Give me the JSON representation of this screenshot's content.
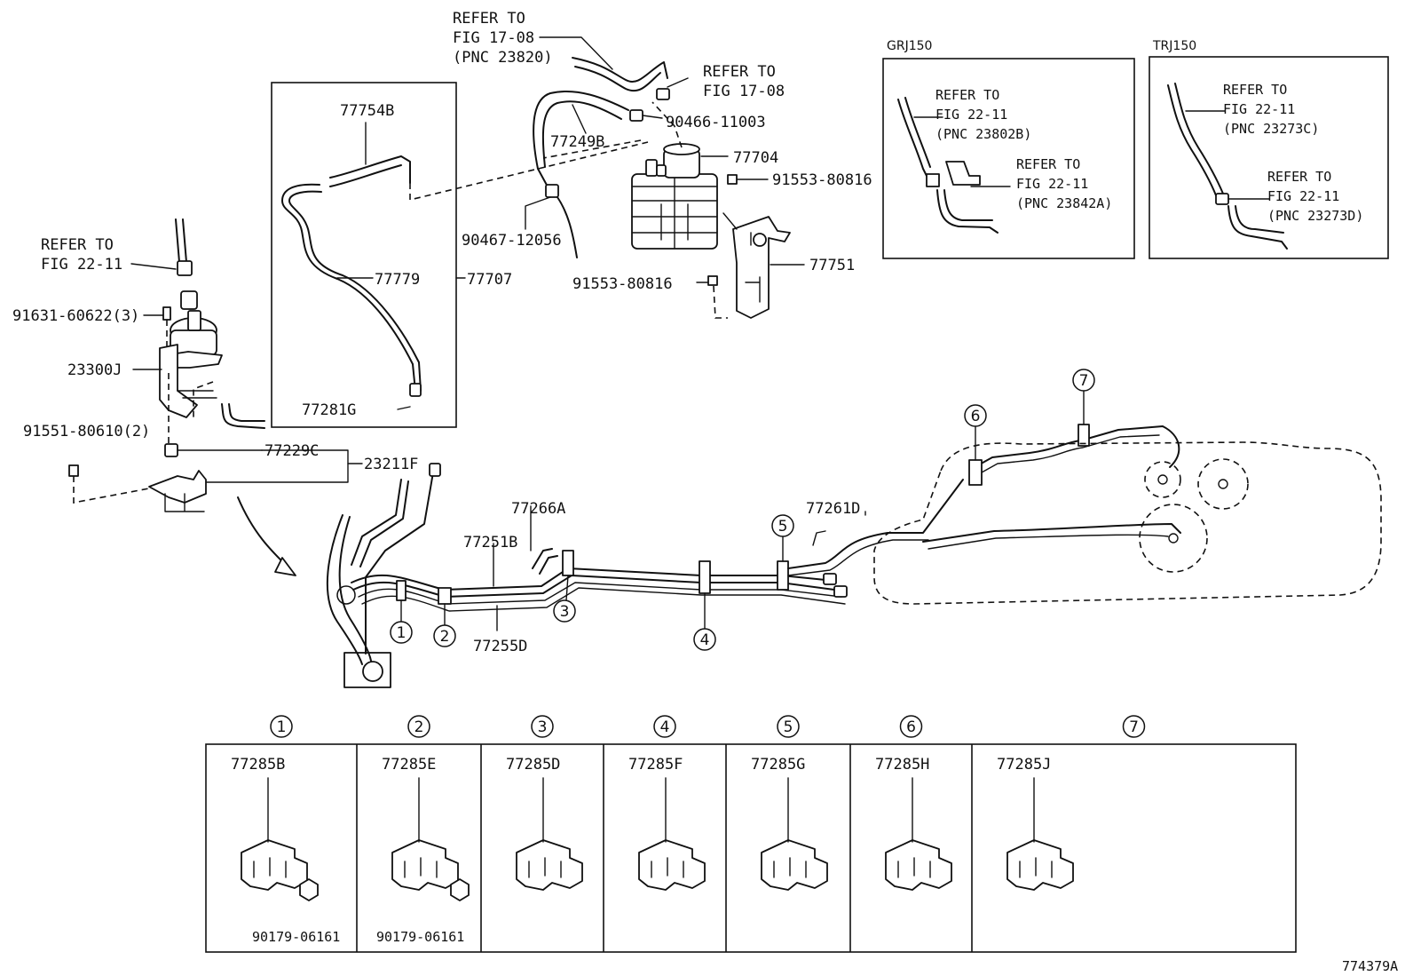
{
  "diagram": {
    "figure_code": "774379A",
    "refs": {
      "fig17_top": [
        "REFER TO",
        "FIG 17-08",
        "(PNC 23820)"
      ],
      "fig17_clip": [
        "REFER TO",
        "FIG 17-08"
      ],
      "fig22_left": [
        "REFER TO",
        "FIG 22-11"
      ]
    },
    "parts": {
      "p90466": "90466-11003",
      "p77704": "77704",
      "p91553a": "91553-80816",
      "p91553b": "91553-80816",
      "p77751": "77751",
      "p77249b": "77249B",
      "p90467": "90467-12056",
      "p77754b": "77754B",
      "p77779": "77779",
      "p77707": "77707",
      "p77281g": "77281G",
      "p91631": "91631-60622(3)",
      "p23300j": "23300J",
      "p91551": "91551-80610(2)",
      "p77229c": "77229C",
      "p23211f": "23211F",
      "p77266a": "77266A",
      "p77251b": "77251B",
      "p77255d": "77255D",
      "p77261d": "77261D"
    },
    "insets": [
      {
        "title": "GRJ150",
        "ref1": [
          "REFER TO",
          "FIG 22-11",
          "(PNC 23802B)"
        ],
        "ref2": [
          "REFER TO",
          "FIG 22-11",
          "(PNC 23842A)"
        ]
      },
      {
        "title": "TRJ150",
        "ref1": [
          "REFER TO",
          "FIG 22-11",
          "(PNC 23273C)"
        ],
        "ref2": [
          "REFER TO",
          "FIG 22-11",
          "(PNC 23273D)"
        ]
      }
    ],
    "callouts": [
      "1",
      "2",
      "3",
      "4",
      "5",
      "6",
      "7"
    ],
    "clamp_details": [
      {
        "num": "1",
        "part": "77285B",
        "extra": "90179-06161"
      },
      {
        "num": "2",
        "part": "77285E",
        "extra": "90179-06161"
      },
      {
        "num": "3",
        "part": "77285D",
        "extra": ""
      },
      {
        "num": "4",
        "part": "77285F",
        "extra": ""
      },
      {
        "num": "5",
        "part": "77285G",
        "extra": ""
      },
      {
        "num": "6",
        "part": "77285H",
        "extra": ""
      },
      {
        "num": "7",
        "part": "77285J",
        "extra": ""
      }
    ]
  }
}
